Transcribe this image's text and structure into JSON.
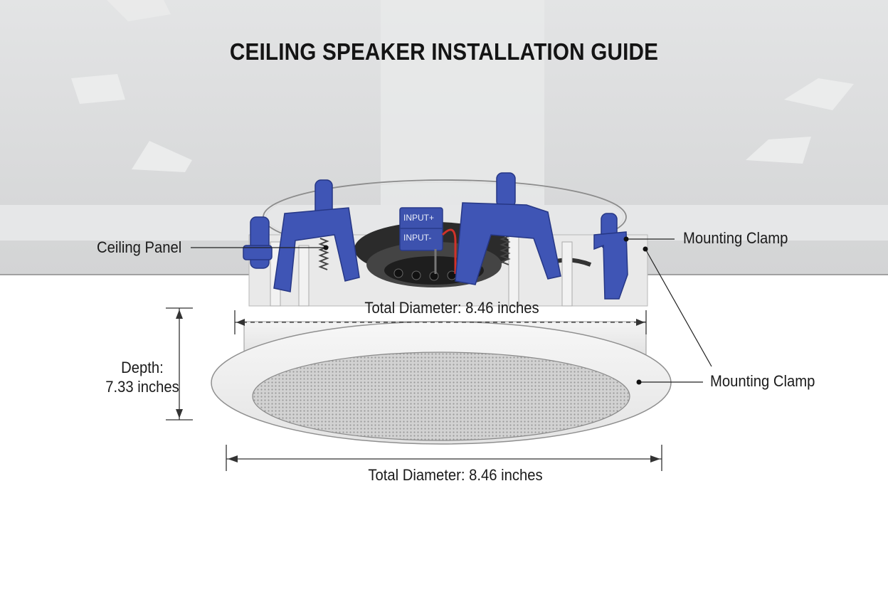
{
  "title": "CEILING SPEAKER INSTALLATION GUIDE",
  "labels": {
    "ceiling_panel": "Ceiling Panel",
    "mounting_clamp_top": "Mounting Clamp",
    "mounting_clamp_side": "Mounting Clamp",
    "diameter_upper": "Total Diameter: 8.46 inches",
    "diameter_lower": "Total Diameter: 8.46 inches",
    "depth_line1": "Depth:",
    "depth_line2": "7.33 inches"
  },
  "terminals": {
    "positive": "INPUT+",
    "negative": "INPUT-"
  },
  "colors": {
    "ceiling": "#d7d8d9",
    "clamp_blue": "#3f55b5",
    "grille": "#cfcfcf",
    "bezel": "#f3f3f3",
    "wire_red": "#d0322a"
  }
}
